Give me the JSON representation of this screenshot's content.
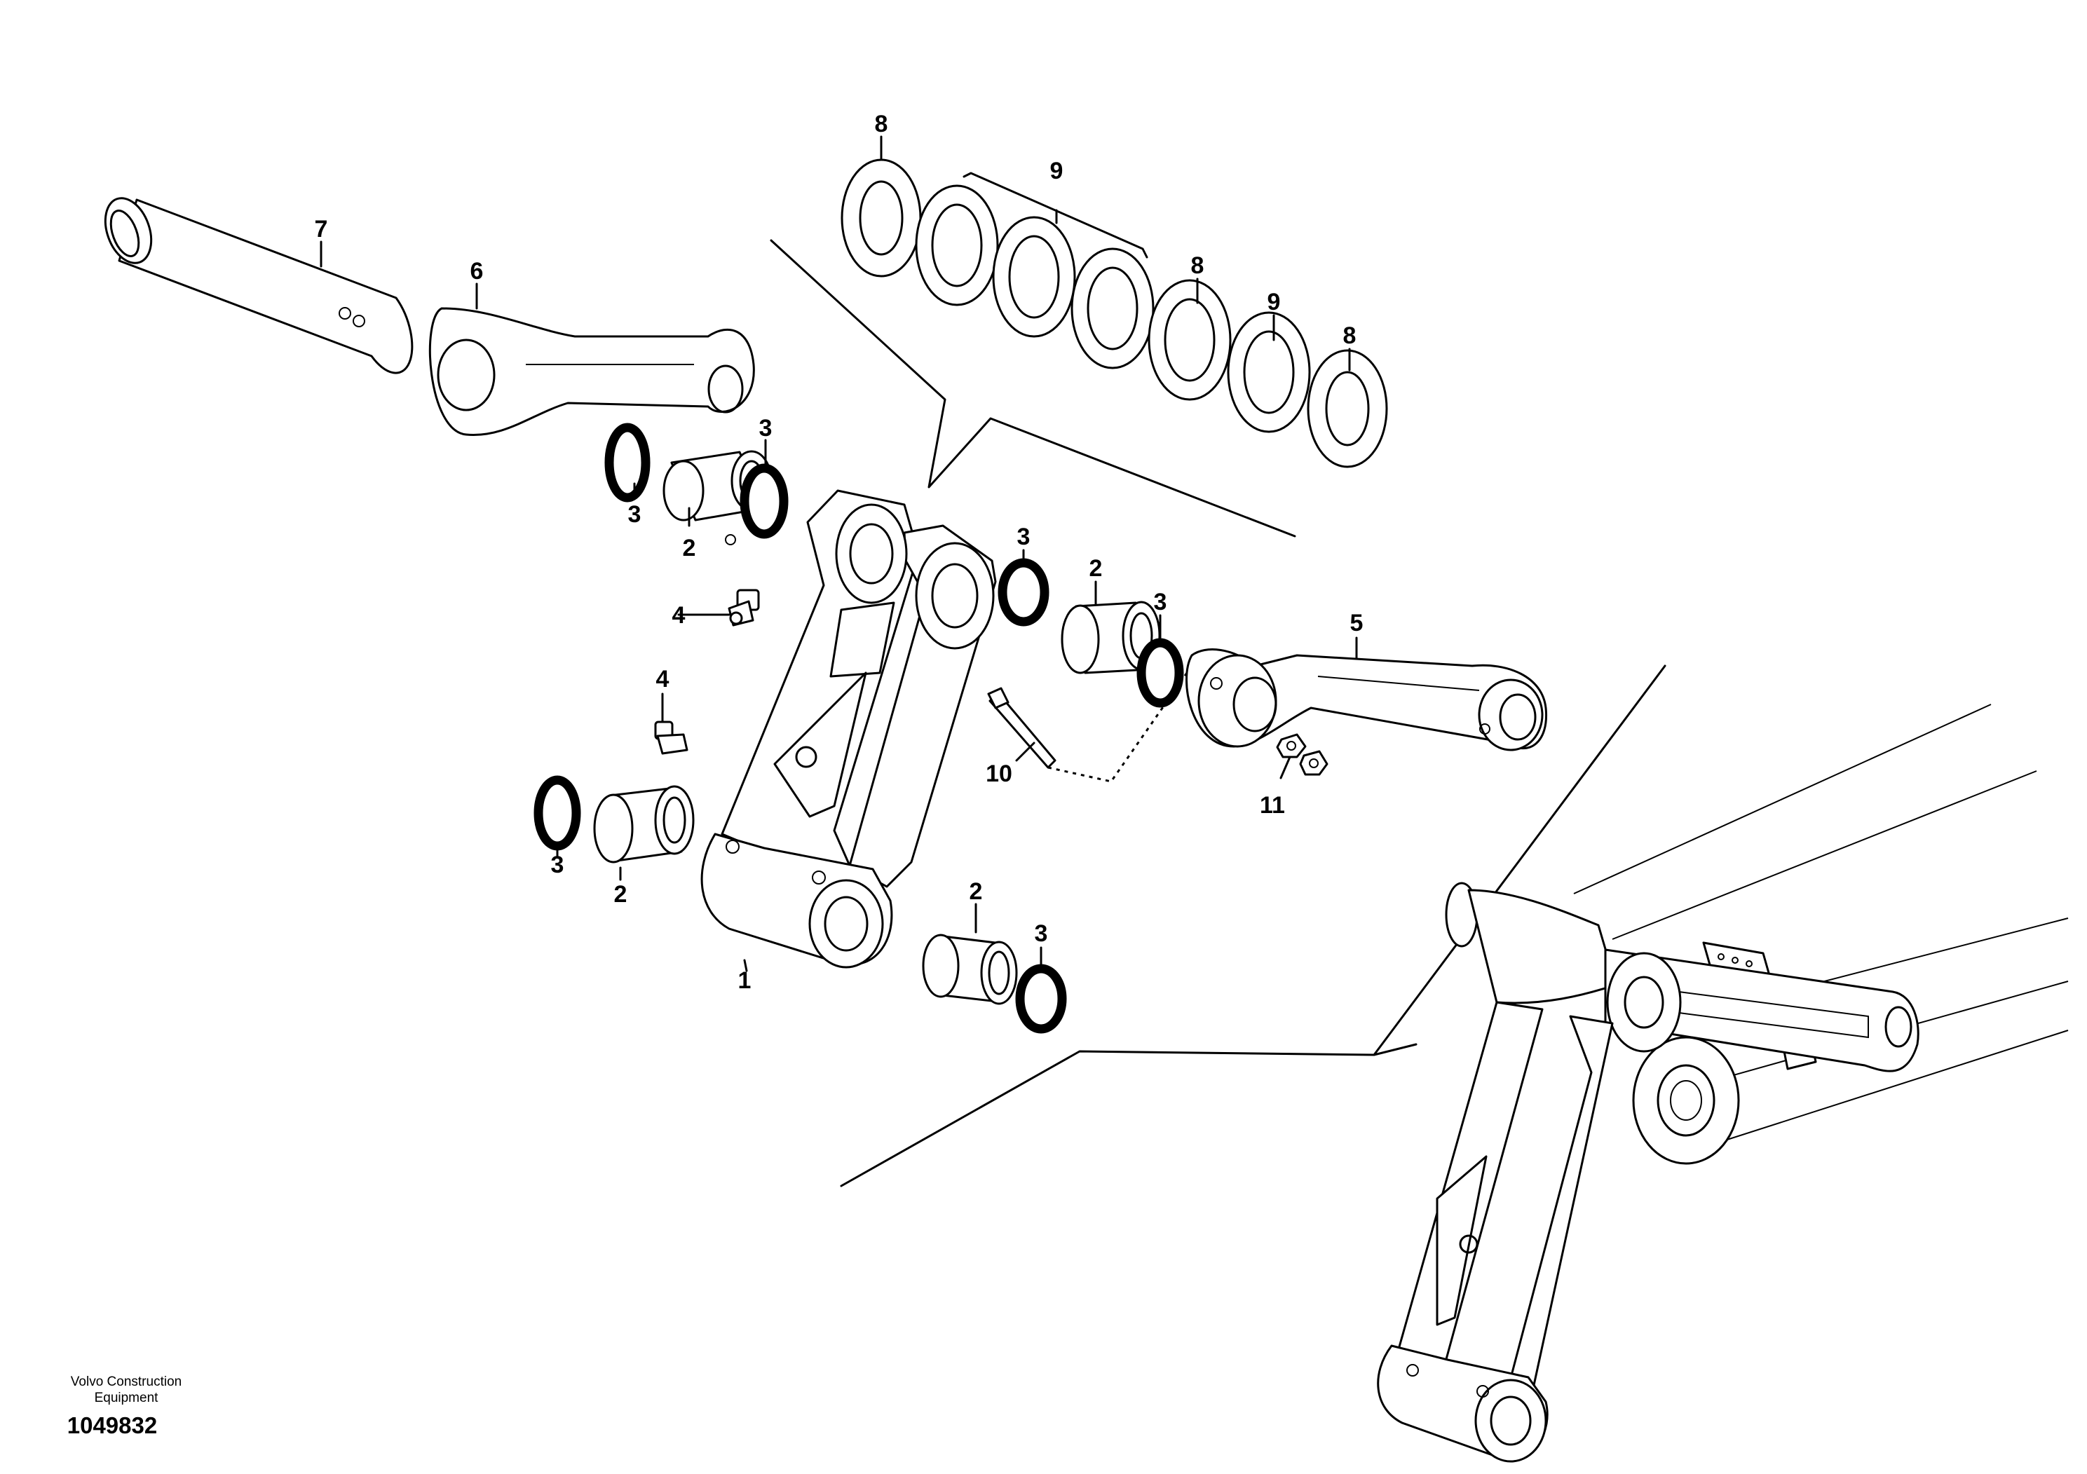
{
  "labels": {
    "l1": "1",
    "l2a": "2",
    "l2b": "2",
    "l2c": "2",
    "l2d": "2",
    "l3a": "3",
    "l3b": "3",
    "l3c": "3",
    "l3d": "3",
    "l3e": "3",
    "l3f": "3",
    "l4a": "4",
    "l4b": "4",
    "l5": "5",
    "l6": "6",
    "l7": "7",
    "l8a": "8",
    "l8b": "8",
    "l8c": "8",
    "l9a": "9",
    "l9b": "9",
    "l10": "10",
    "l11": "11"
  },
  "footer": {
    "company_line1": "Volvo Construction",
    "company_line2": "Equipment",
    "drawing_number": "1049832"
  }
}
